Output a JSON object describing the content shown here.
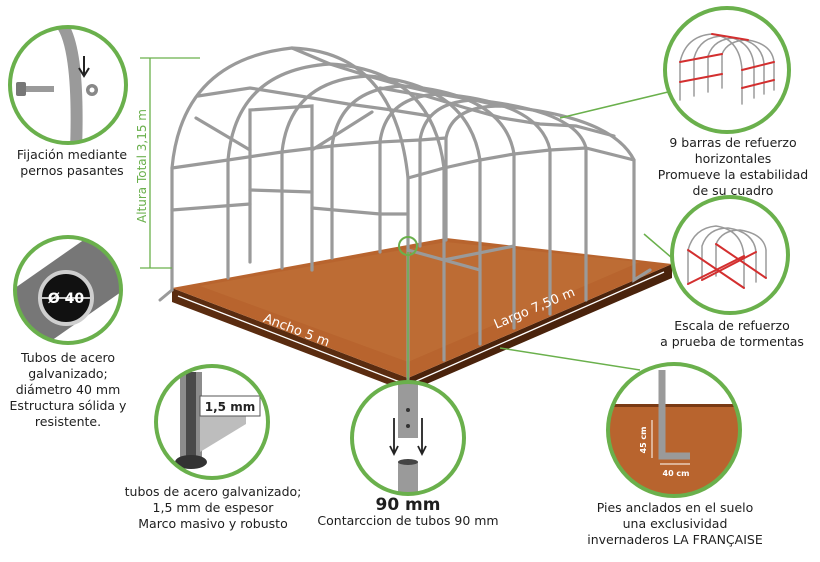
{
  "dimensions": {
    "height_label": "Altura Total 3,15 m",
    "width_label": "Ancho 5 m",
    "length_label": "Largo 7,50 m"
  },
  "callouts": {
    "bolts": {
      "lines": [
        "Fijación mediante",
        "pernos pasantes"
      ]
    },
    "tube_diameter": {
      "badge": "Ø 40",
      "lines": [
        "Tubos de acero",
        "galvanizado;",
        "diámetro 40 mm",
        "Estructura sólida y",
        "resistente."
      ]
    },
    "thickness": {
      "badge": "1,5 mm",
      "lines": [
        "tubos de acero galvanizado;",
        "1,5 mm de espesor",
        "Marco masivo y robusto"
      ]
    },
    "connection": {
      "title": "90 mm",
      "lines": [
        "Contarccion de tubos 90 mm"
      ]
    },
    "feet": {
      "depth_label": "45 cm",
      "width_label": "40 cm",
      "lines": [
        "Pies anclados en el suelo",
        "una exclusividad",
        "invernaderos LA FRANÇAISE"
      ]
    },
    "bars": {
      "lines": [
        "9 barras de refuerzo",
        "horizontales",
        "Promueve la estabilidad",
        "de su cuadro"
      ]
    },
    "storm": {
      "lines": [
        "Escala de refuerzo",
        "a prueba de tormentas"
      ]
    }
  },
  "colors": {
    "accent_green": "#6ab04c",
    "soil": "#b8642e",
    "soil_dark": "#5a2c10",
    "frame": "#9a9a9a",
    "reinforcement": "#d32f2f"
  }
}
